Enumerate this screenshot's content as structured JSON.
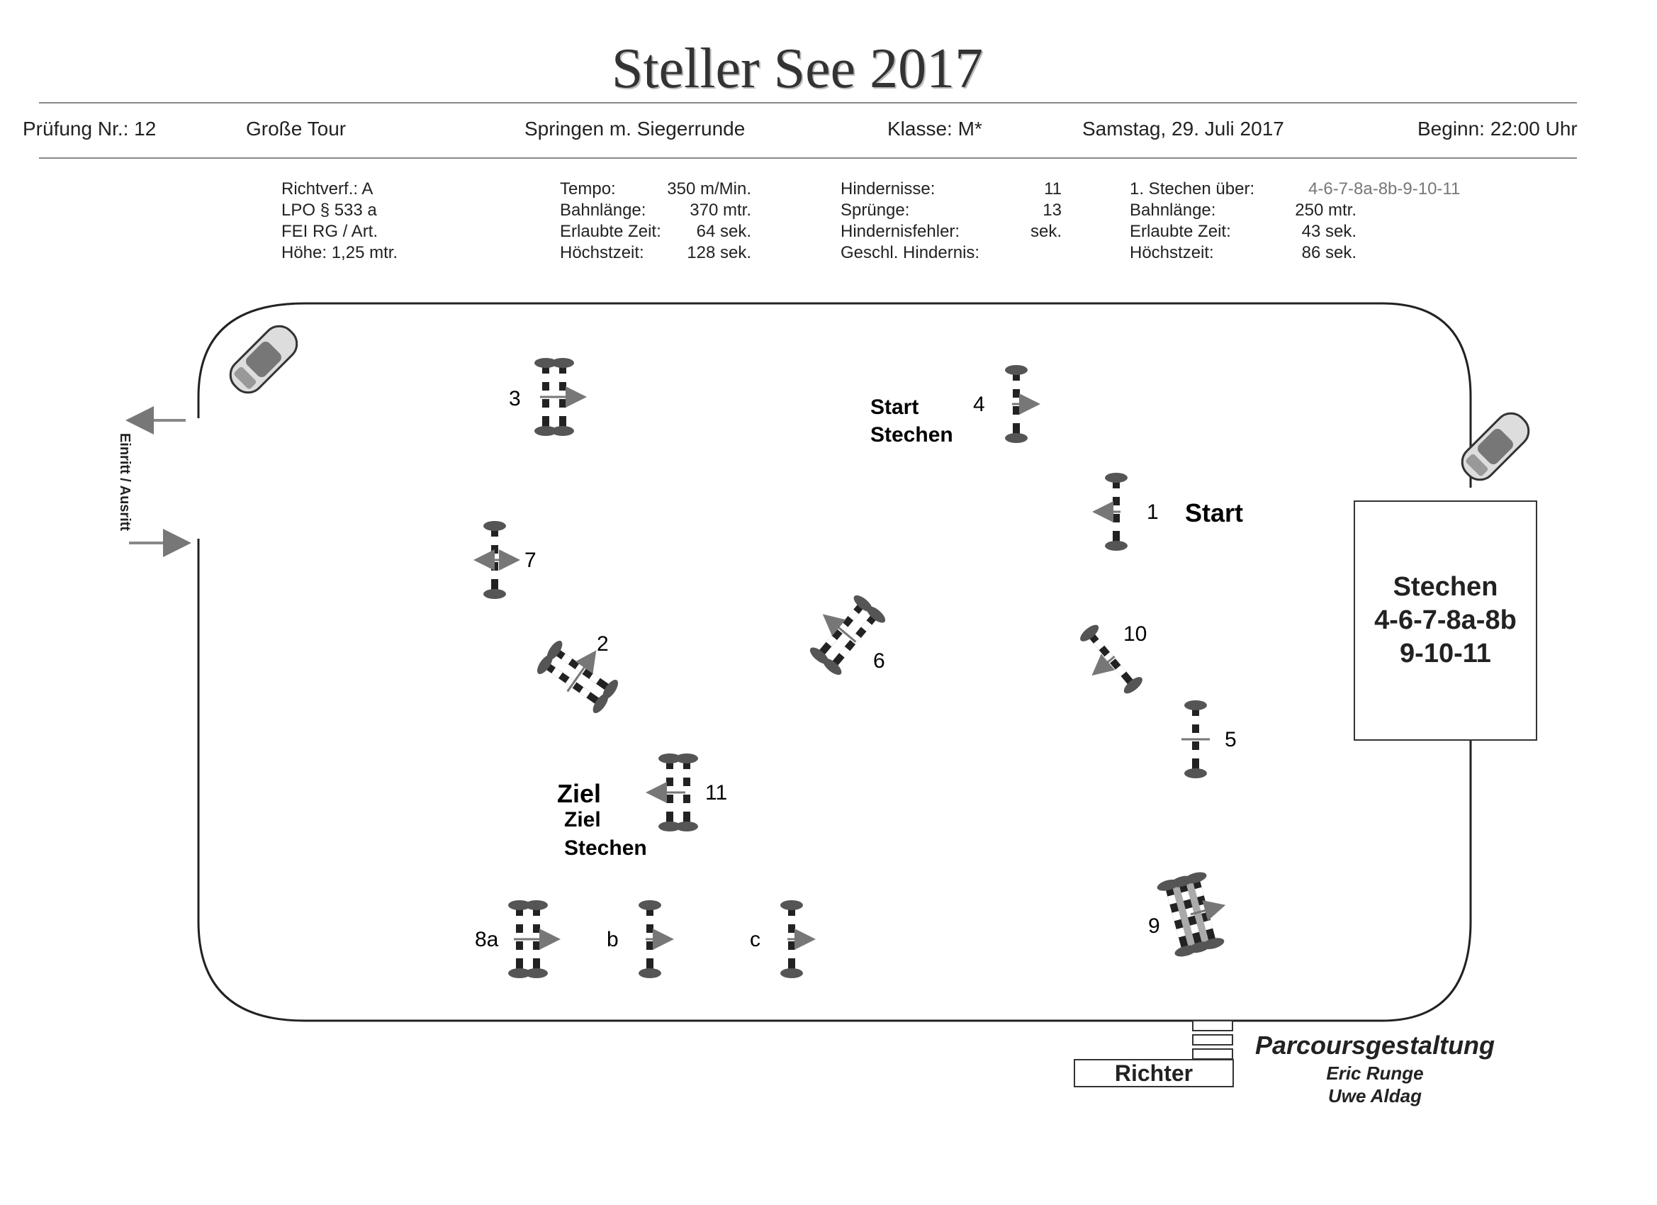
{
  "title": "Steller See 2017",
  "header": {
    "pruefung": "Prüfung Nr.: 12",
    "tour": "Große Tour",
    "springen": "Springen m. Siegerrunde",
    "klasse": "Klasse: M*",
    "datum": "Samstag, 29. Juli 2017",
    "beginn": "Beginn: 22:00 Uhr"
  },
  "info": {
    "col1": [
      "Richtverf.: A",
      "LPO § 533 a",
      "FEI RG / Art.",
      "Höhe: 1,25 mtr."
    ],
    "col2": [
      {
        "label": "Tempo:",
        "value": "350 m/Min."
      },
      {
        "label": "Bahnlänge:",
        "value": "370 mtr."
      },
      {
        "label": "Erlaubte Zeit:",
        "value": "64 sek."
      },
      {
        "label": "Höchstzeit:",
        "value": "128 sek."
      }
    ],
    "col3": [
      {
        "label": "Hindernisse:",
        "value": "11"
      },
      {
        "label": "Sprünge:",
        "value": "13"
      },
      {
        "label": "Hindernisfehler:",
        "value": "sek."
      },
      {
        "label": "Geschl. Hindernis:",
        "value": ""
      }
    ],
    "col4": [
      {
        "label": "1. Stechen über:",
        "value": "4-6-7-8a-8b-9-10-11"
      },
      {
        "label": "Bahnlänge:",
        "value": "250 mtr."
      },
      {
        "label": "Erlaubte Zeit:",
        "value": "43 sek."
      },
      {
        "label": "Höchstzeit:",
        "value": "86 sek."
      }
    ]
  },
  "course": {
    "entrance": "Einritt / Ausritt",
    "start": "Start",
    "start_stechen": [
      "Start",
      "Stechen"
    ],
    "ziel": "Ziel",
    "ziel_stechen": [
      "Ziel",
      "Stechen"
    ],
    "jumps": {
      "j1": "1",
      "j2": "2",
      "j3": "3",
      "j4": "4",
      "j5": "5",
      "j6": "6",
      "j7": "7",
      "j8a": "8a",
      "j8b": "b",
      "j8c": "c",
      "j9": "9",
      "j10": "10",
      "j11": "11"
    },
    "stechen_box": [
      "Stechen",
      "4-6-7-8a-8b",
      "9-10-11"
    ],
    "judge": "Richter"
  },
  "credits": {
    "heading": "Parcoursgestaltung",
    "names": [
      "Eric Runge",
      "Uwe Aldag"
    ]
  }
}
